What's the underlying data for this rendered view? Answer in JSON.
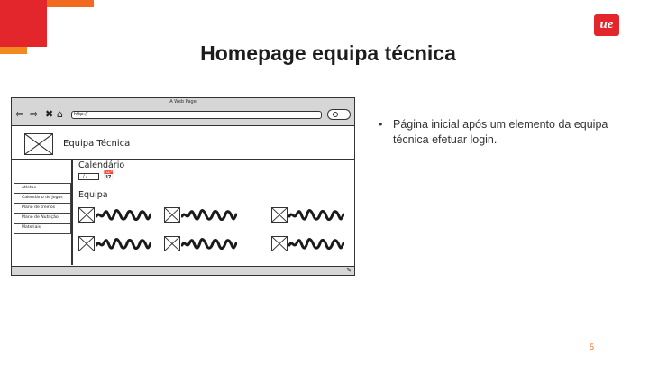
{
  "slide": {
    "title": "Homepage equipa técnica",
    "page_number": "5",
    "logo_text": "ue",
    "bullets": [
      "Página inicial após um elemento da equipa técnica efetuar login."
    ],
    "colors": {
      "accent_red": "#e3262b",
      "accent_orange": "#f26a21"
    }
  },
  "mockup": {
    "window_title": "A Web Page",
    "url": "http://",
    "nav_icons": [
      "back-arrow-icon",
      "forward-arrow-icon",
      "close-icon",
      "home-icon"
    ],
    "site_title": "Equipa Técnica",
    "menu_items": [
      "Atletas",
      "Calendário de Jogos",
      "Plano de treinos",
      "Plano de Nutrição",
      "Materiais"
    ],
    "calendar_label": "Calendário",
    "date_value": "/ /",
    "team_label": "Equipa",
    "member_count": 6
  }
}
